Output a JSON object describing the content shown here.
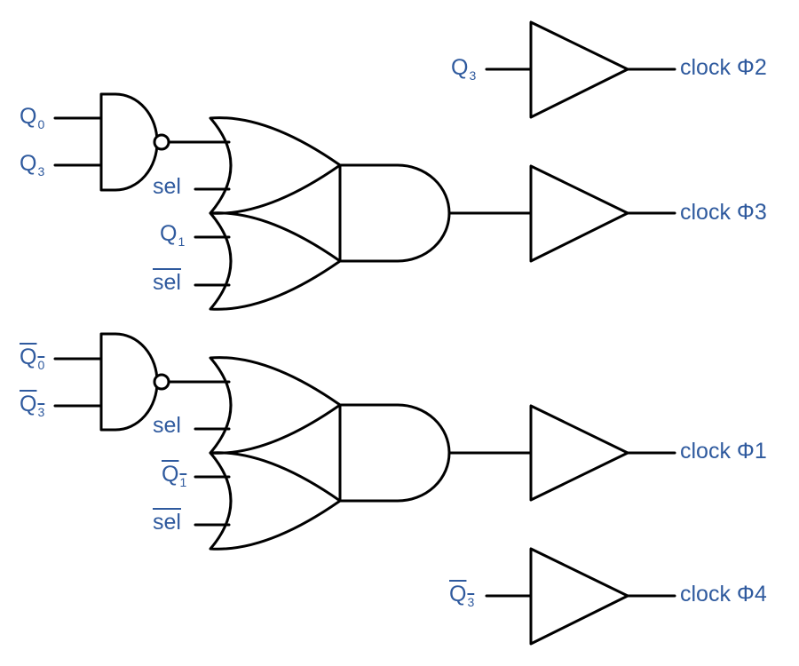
{
  "colors": {
    "label": "#2f5a9e",
    "line": "#000000"
  },
  "labels": {
    "q0_a": {
      "main": "Q",
      "sub": "0",
      "bar": false
    },
    "q3_a": {
      "main": "Q",
      "sub": "3",
      "bar": false
    },
    "sel_a": {
      "main": "sel",
      "sub": "",
      "bar": false
    },
    "q1_a": {
      "main": "Q",
      "sub": "1",
      "bar": false
    },
    "nsel_a": {
      "main": "sel",
      "sub": "",
      "bar": true
    },
    "nq0_b": {
      "main": "Q",
      "sub": "0",
      "bar": true
    },
    "nq3_b": {
      "main": "Q",
      "sub": "3",
      "bar": true
    },
    "sel_b": {
      "main": "sel",
      "sub": "",
      "bar": false
    },
    "nq1_b": {
      "main": "Q",
      "sub": "1",
      "bar": true
    },
    "nsel_b": {
      "main": "sel",
      "sub": "",
      "bar": true
    },
    "q3_buf": {
      "main": "Q",
      "sub": "3",
      "bar": false
    },
    "nq3_buf": {
      "main": "Q",
      "sub": "3",
      "bar": true
    },
    "out_phi2": {
      "main": "clock Φ2",
      "sub": "",
      "bar": false
    },
    "out_phi3": {
      "main": "clock Φ3",
      "sub": "",
      "bar": false
    },
    "out_phi1": {
      "main": "clock Φ1",
      "sub": "",
      "bar": false
    },
    "out_phi4": {
      "main": "clock Φ4",
      "sub": "",
      "bar": false
    }
  }
}
